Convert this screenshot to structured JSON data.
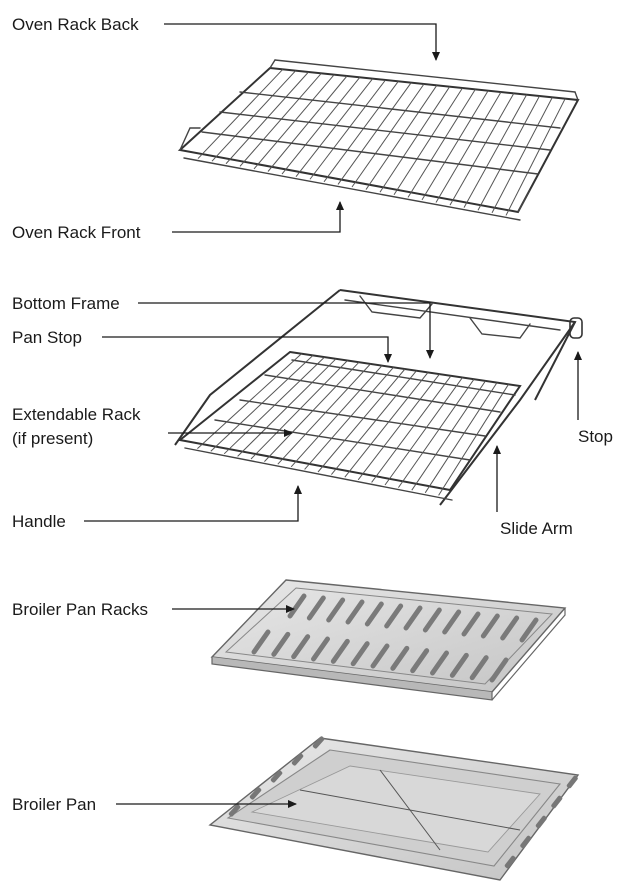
{
  "labels": {
    "oven_rack_back": "Oven Rack Back",
    "oven_rack_front": "Oven Rack Front",
    "bottom_frame": "Bottom Frame",
    "pan_stop": "Pan Stop",
    "extendable_rack_line1": "Extendable Rack",
    "extendable_rack_line2": "(if present)",
    "stop": "Stop",
    "handle": "Handle",
    "slide_arm": "Slide Arm",
    "broiler_pan_racks": "Broiler Pan Racks",
    "broiler_pan": "Broiler Pan"
  },
  "colors": {
    "ink": "#1a1a1a",
    "pan_fill": "#d9d9d9",
    "pan_shade": "#bdbdbd"
  }
}
